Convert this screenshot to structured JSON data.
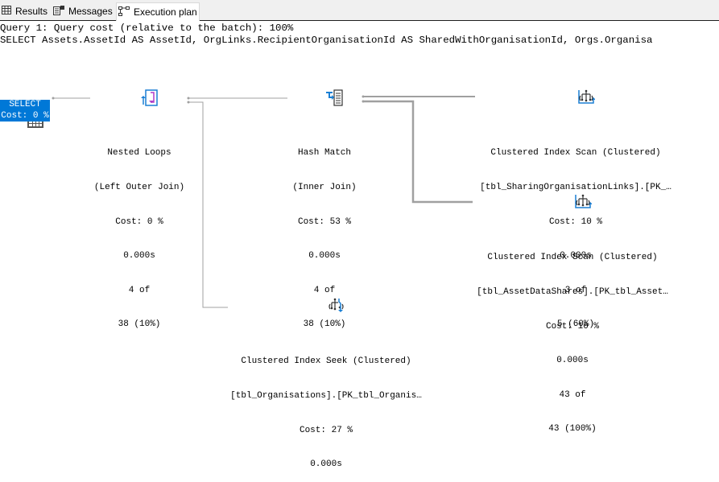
{
  "tabs": [
    {
      "label": "Results",
      "icon": "grid-icon",
      "active": false
    },
    {
      "label": "Messages",
      "icon": "messages-icon",
      "active": false
    },
    {
      "label": "Execution plan",
      "icon": "execution-plan-icon",
      "active": true
    }
  ],
  "query": {
    "header": "Query 1: Query cost (relative to the batch): 100%",
    "sql": "SELECT Assets.AssetId AS AssetId, OrgLinks.RecipientOrganisationId AS SharedWithOrganisationId, Orgs.Organisa"
  },
  "colors": {
    "selection": "#0078d7",
    "wire": "#a0a0a0",
    "icon_blue": "#1a7fd4",
    "icon_purple": "#b03cc8"
  },
  "nodes": {
    "select": {
      "icon": "select-result-icon",
      "title": "SELECT",
      "cost": "Cost: 0 %"
    },
    "nested_loops": {
      "icon": "nested-loops-icon",
      "title": "Nested Loops",
      "subtitle": "(Left Outer Join)",
      "cost": "Cost: 0 %",
      "time": "0.000s",
      "rows_actual": "4 of",
      "rows_estimate": "38 (10%)"
    },
    "hash_match": {
      "icon": "hash-match-icon",
      "title": "Hash Match",
      "subtitle": "(Inner Join)",
      "cost": "Cost: 53 %",
      "time": "0.000s",
      "rows_actual": "4 of",
      "rows_estimate": "38 (10%)"
    },
    "scan_links": {
      "icon": "clustered-index-scan-icon",
      "title": "Clustered Index Scan (Clustered)",
      "object": "[tbl_SharingOrganisationLinks].[PK_…",
      "cost": "Cost: 10 %",
      "time": "0.000s",
      "rows_actual": "3 of",
      "rows_estimate": "5 (60%)"
    },
    "scan_shares": {
      "icon": "clustered-index-scan-icon",
      "title": "Clustered Index Scan (Clustered)",
      "object": "[tbl_AssetDataShares].[PK_tbl_Asset…",
      "cost": "Cost: 10 %",
      "time": "0.000s",
      "rows_actual": "43 of",
      "rows_estimate": "43 (100%)"
    },
    "seek_orgs": {
      "icon": "clustered-index-seek-icon",
      "title": "Clustered Index Seek (Clustered)",
      "object": "[tbl_Organisations].[PK_tbl_Organis…",
      "cost": "Cost: 27 %",
      "time": "0.000s"
    }
  }
}
